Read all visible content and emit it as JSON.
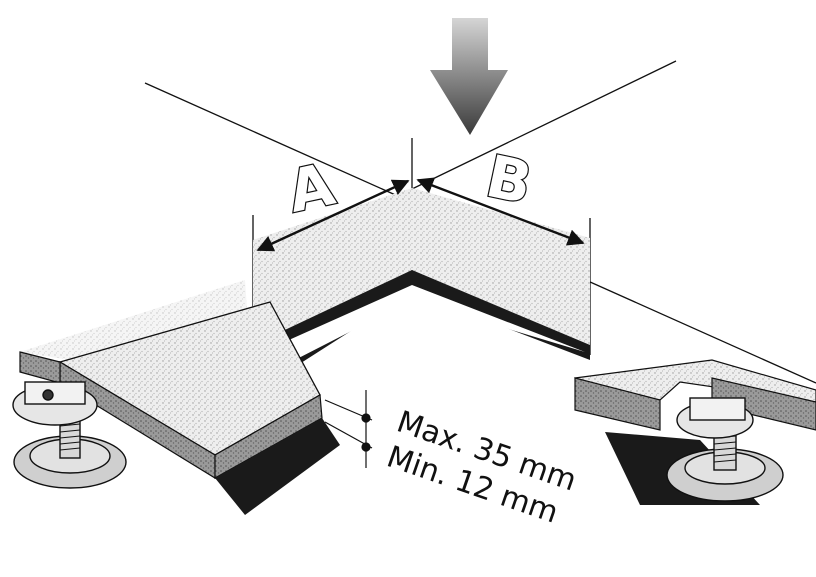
{
  "labels": {
    "a": "A",
    "b": "B",
    "max": "Max. 35 mm",
    "min": "Min. 12 mm"
  },
  "colors": {
    "ink": "#111111",
    "tile_top": "#e6e6e6",
    "tile_edge": "#8a8a8a",
    "shadow": "#1a1a1a",
    "arrow": "#555555"
  },
  "icons": [
    "load-arrow-icon",
    "pedestal-icon"
  ]
}
